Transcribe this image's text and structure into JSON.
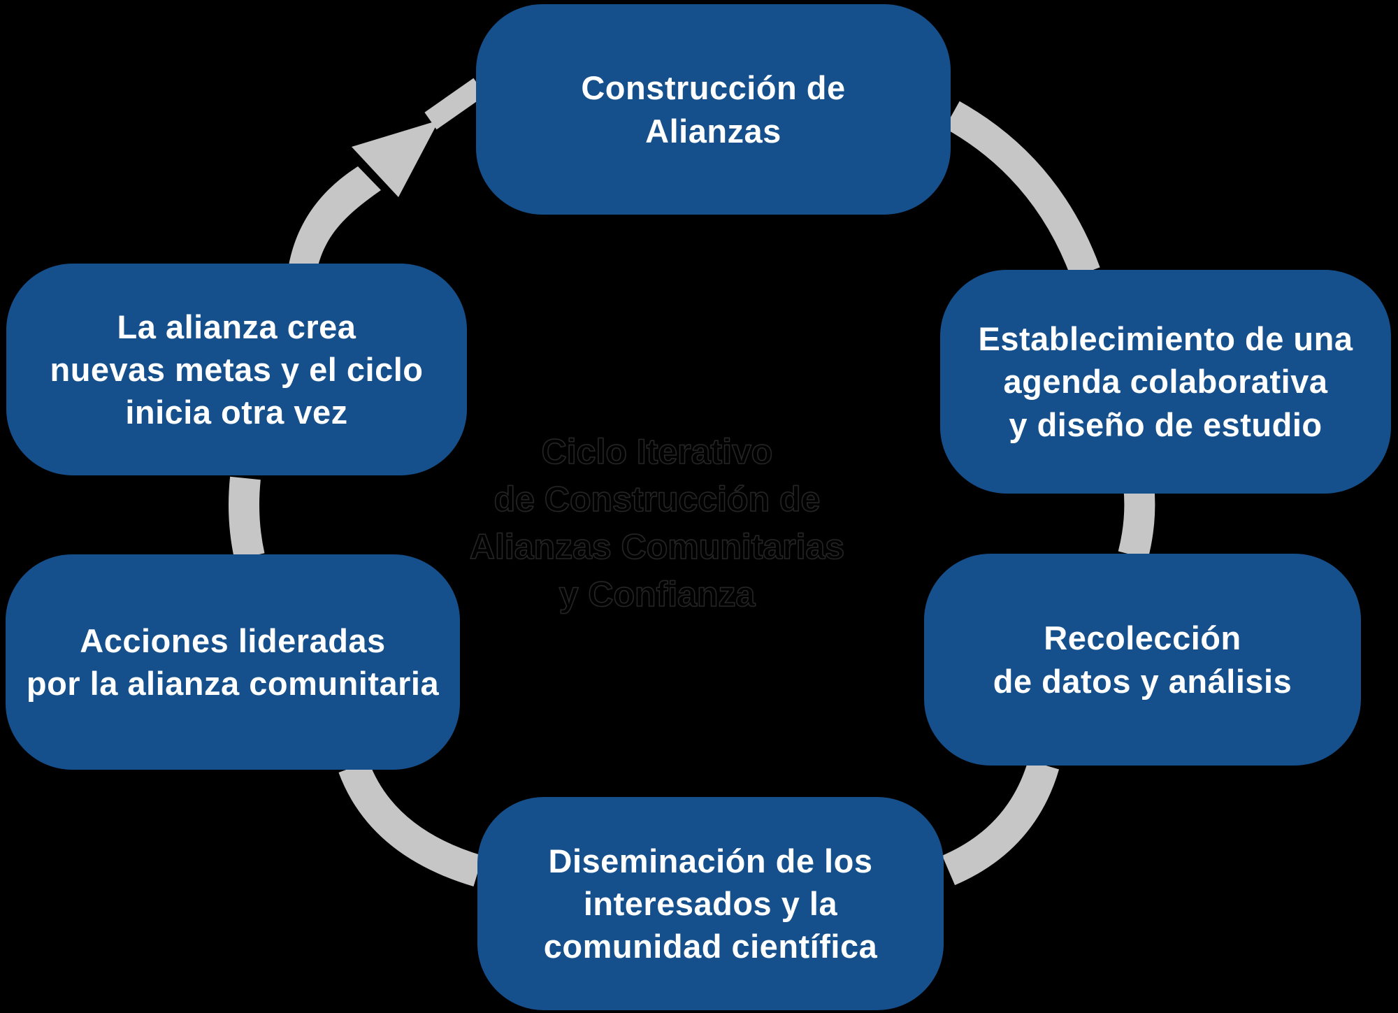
{
  "diagram": {
    "type": "cycle",
    "direction": "clockwise",
    "center_label": {
      "text": "Ciclo Iterativo\nde Construcción de\nAlianzas Comunitarias\ny Confianza"
    },
    "nodes": [
      {
        "id": "construccion-de-alianzas",
        "text": "Construcción de\nAlianzas"
      },
      {
        "id": "establecimiento-agenda",
        "text": "Establecimiento de una\nagenda colaborativa\ny diseño de estudio"
      },
      {
        "id": "recoleccion-datos",
        "text": "Recolección\nde datos y análisis"
      },
      {
        "id": "diseminacion",
        "text": "Diseminación de los\ninteresados y la\ncomunidad científica"
      },
      {
        "id": "acciones-lideradas",
        "text": "Acciones lideradas\npor la alianza comunitaria"
      },
      {
        "id": "alianza-nuevas-metas",
        "text": "La alianza crea\nnuevas metas y el ciclo\ninicia otra vez"
      }
    ]
  },
  "colors": {
    "background": "#000000",
    "node": "#15508C",
    "arc": "#C6C6C6",
    "text": "#FFFFFF"
  }
}
